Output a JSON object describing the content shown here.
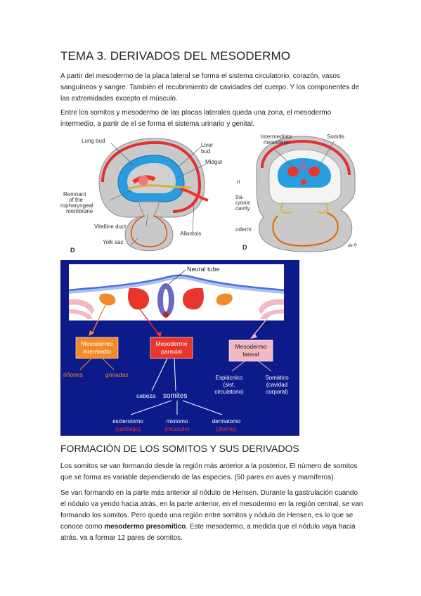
{
  "title": "TEMA 3. DERIVADOS DEL MESODERMO",
  "paragraphs": {
    "p1": "A partir del mesodermo de la placa lateral se forma el sistema circulatorio, corazón, vasos sanguíneos y sangre. También el recubrimiento de cavidades del cuerpo. Y los componentes de las extremidades excepto el músculo.",
    "p2": "Entre los somitos y mesodermo de las placas laterales queda una zona, el mesodermo intermedio, a partir de el se forma el sistema urinario y genital."
  },
  "figure_left": {
    "labels": {
      "lung_bud": "Lung bud",
      "liver_bud": "Liver",
      "liver_bud2": "bud",
      "midgut": "Midgut",
      "remnant1": "Remnant",
      "remnant2": "of the",
      "remnant3": "ropharyngeal",
      "remnant4": "membrane",
      "vitelline": "Vitelline duct",
      "allantois": "Allantois",
      "yolk": "Yolk sac",
      "panel": "D"
    }
  },
  "figure_right": {
    "labels": {
      "intermediate1": "Intermediate",
      "intermediate2": "mesoderm",
      "somite": "Somite",
      "n": "n",
      "intra1": "tra-",
      "intra2": "ryonic",
      "intra3": "cavity",
      "oderm": "oderm",
      "panel": "D",
      "signature": "de R"
    }
  },
  "figure_diagram": {
    "neural_tube": "Neural tube",
    "box_intermediate1": "Mesodermo",
    "box_intermediate2": "intermedio",
    "box_paraxial1": "Mesodermo",
    "box_paraxial2": "paraxial",
    "box_lateral1": "Mesodermo",
    "box_lateral2": "lateral",
    "rinones": "riñones",
    "gonadas": "gónadas",
    "esplacnico1": "Esplácnico",
    "esplacnico2": "(sist.",
    "esplacnico3": "circulatorio)",
    "somatico1": "Somático",
    "somatico2": "(cavidad",
    "somatico3": "corporal)",
    "cabeza": "cabeza",
    "somites": "somites",
    "esclerotomo": "esclerotomo",
    "cartilago": "(cartílago)",
    "miotomo": "miotomo",
    "musculo": "(músculo)",
    "dermatomo": "dermatomo",
    "dermis": "(dermis)",
    "colors": {
      "background": "#0d1a8a",
      "orange": "#f08a2a",
      "red": "#e8372a",
      "pink": "#f2b8c4"
    }
  },
  "section2": {
    "heading": "FORMACIÓN DE LOS SOMITOS Y SUS DERIVADOS",
    "p1": "Los somitos se van formando desde la región más anterior a la posterior. El número de somitos que se forma es variable dependiendo de las especies. (50 pares en aves y mamíferos).",
    "p2_a": "Se van formando en la parte más anterior al nódulo de Hensen. Durante la gastrulación cuando el nódulo va yendo hacia atrás, en la parte anterior, en el mesodermo en la región central, se van formando los somitos. Pero queda una región entre somitos y nódulo de Hensen, es lo que se conoce como ",
    "p2_bold": "mesodermo presomítico",
    "p2_b": ". Este mesodermo, a medida que el nódulo vaya hacia atrás, va a formar 12 pares de somitos."
  }
}
